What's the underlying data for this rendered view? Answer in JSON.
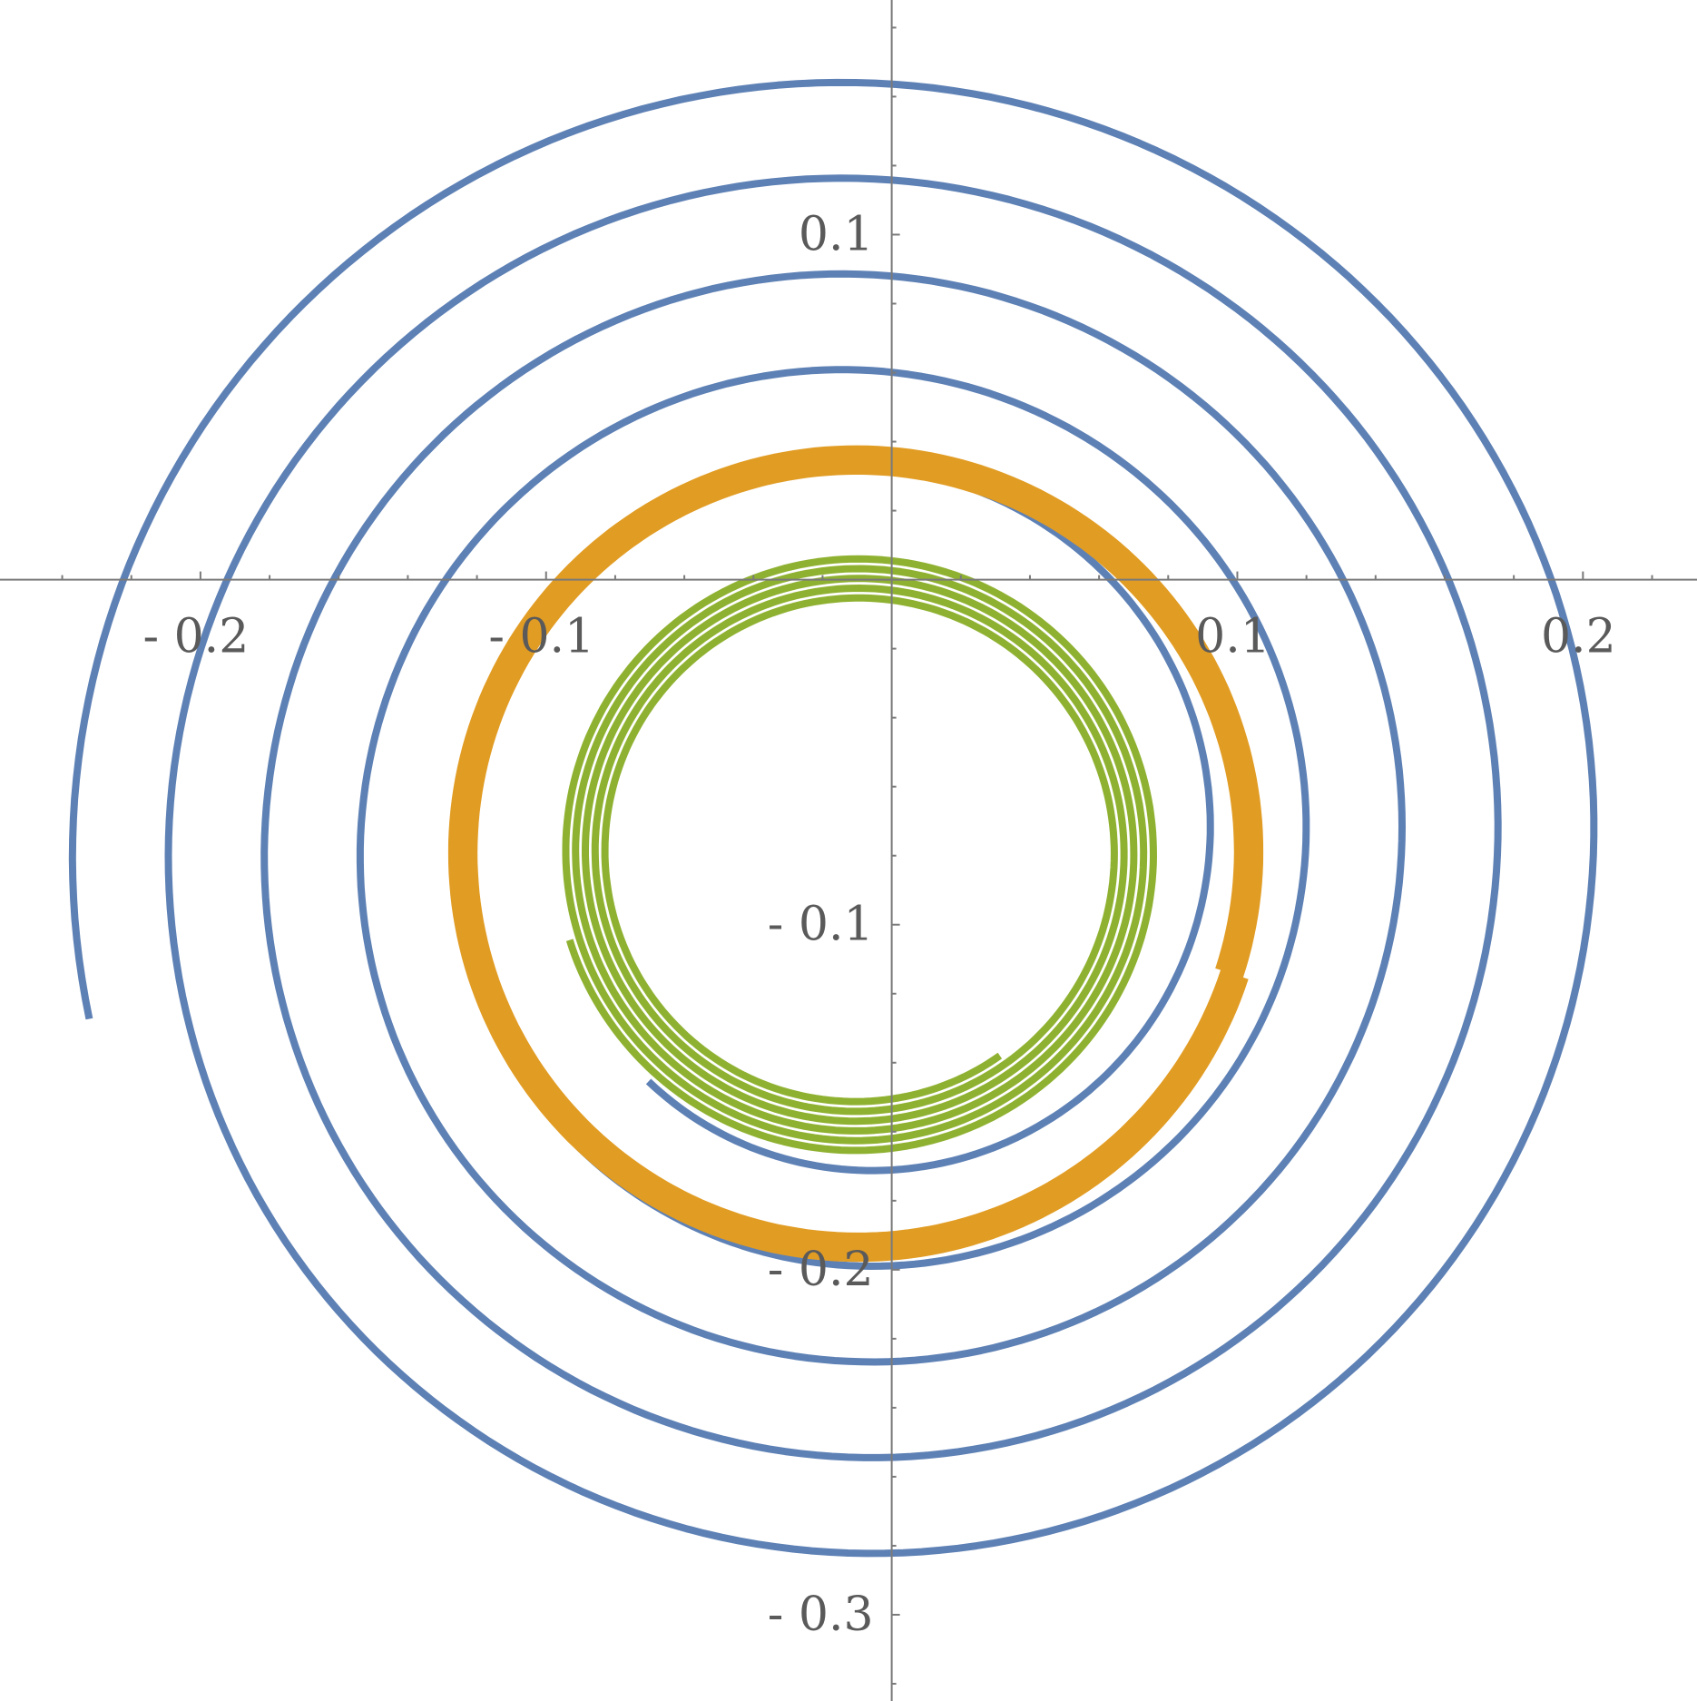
{
  "chart_data": {
    "type": "line",
    "title": "",
    "xlabel": "",
    "ylabel": "",
    "xlim": [
      -0.258,
      0.233
    ],
    "ylim": [
      -0.325,
      0.168
    ],
    "grid": false,
    "legend": "none",
    "x_ticks": [
      {
        "value": -0.2,
        "label": "- 0.2"
      },
      {
        "value": -0.1,
        "label": "- 0.1"
      },
      {
        "value": 0.1,
        "label": "0.1"
      },
      {
        "value": 0.2,
        "label": "0.2"
      }
    ],
    "y_ticks": [
      {
        "value": 0.1,
        "label": "0.1"
      },
      {
        "value": -0.1,
        "label": "- 0.1"
      },
      {
        "value": -0.2,
        "label": "- 0.2"
      },
      {
        "value": -0.3,
        "label": "- 0.3"
      }
    ],
    "x_minor_step": 0.02,
    "y_minor_step": 0.02,
    "series": [
      {
        "color": "#5e81b5",
        "center": [
          -0.01,
          -0.076
        ],
        "r_start": 0.092,
        "r_end": 0.228,
        "theta_start_deg": -131,
        "turns": 4.9,
        "samples": 1200
      },
      {
        "color": "#e19c24",
        "center": [
          -0.01,
          -0.079
        ],
        "r_start": 0.11,
        "r_end": 0.118,
        "theta_start_deg": -18,
        "turns": 5.0,
        "samples": 1200
      },
      {
        "color": "#8fb131",
        "center": [
          -0.01,
          -0.079
        ],
        "r_start": 0.087,
        "r_end": 0.072,
        "theta_start_deg": 197,
        "turns": 5.3,
        "samples": 1200
      }
    ]
  }
}
